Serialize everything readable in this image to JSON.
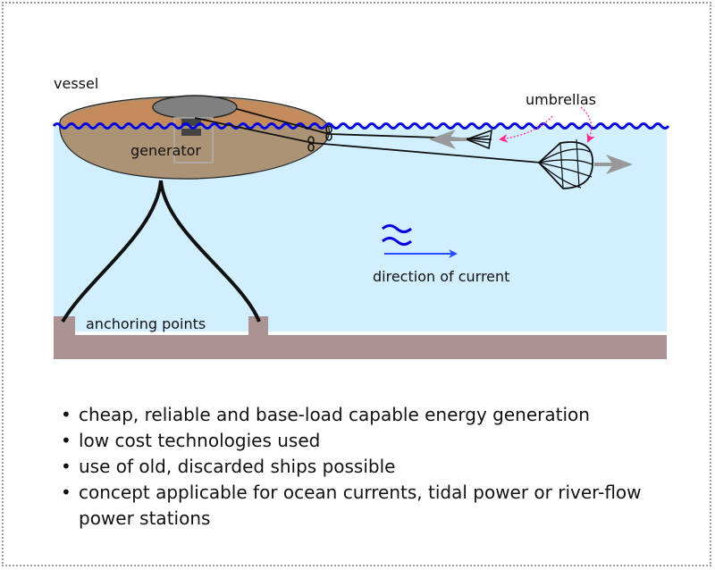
{
  "labels": {
    "vessel": "vessel",
    "umbrellas": "umbrellas",
    "generator": "generator",
    "direction": "direction of current",
    "anchoring": "anchoring points"
  },
  "bullets": [
    "cheap, reliable and base-load capable energy generation",
    "low cost technologies used",
    "use of old, discarded ships possible",
    "concept applicable for ocean currents, tidal power or river-flow power stations"
  ],
  "colors": {
    "water": "#d2efff",
    "wave": "#0000e0",
    "seabed": "#ac9393",
    "hull": "#ac9376",
    "deck": "#cc8855",
    "current_arrow": "#2a4dff",
    "pull_arrow": "#999999",
    "pointer": "#ff2a8a"
  }
}
